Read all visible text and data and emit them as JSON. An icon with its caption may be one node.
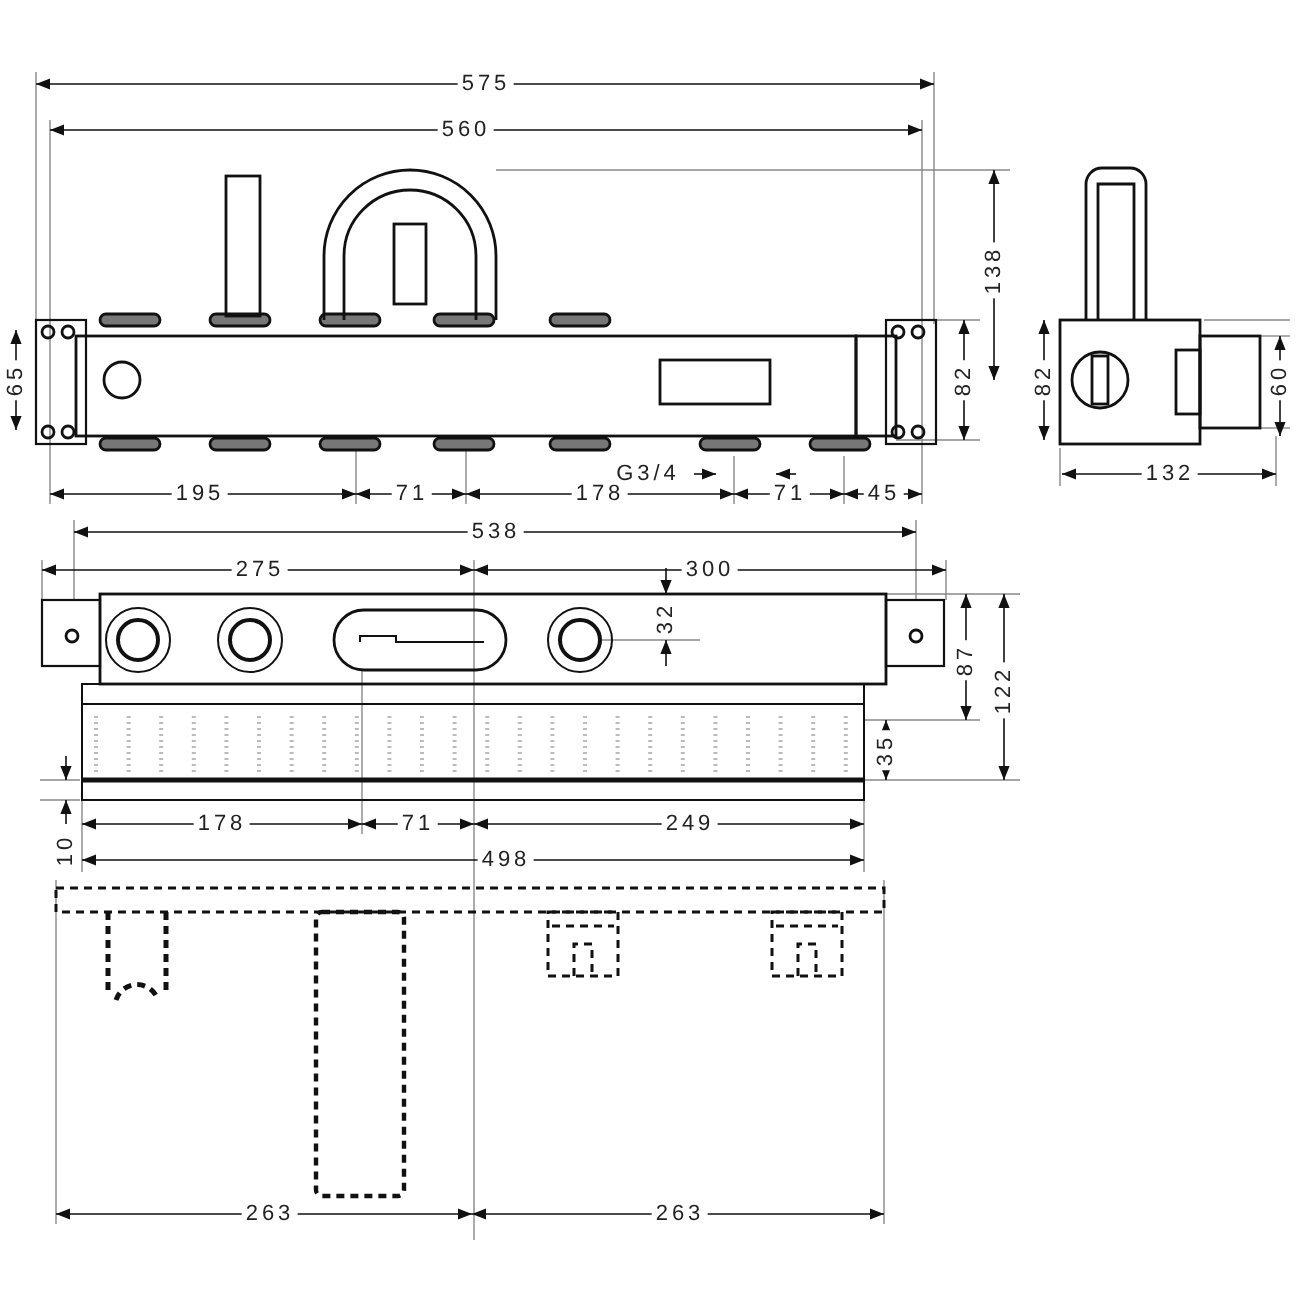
{
  "diagram": {
    "labels": [
      "575",
      "560",
      "138",
      "65",
      "82",
      "82",
      "60",
      "G3/4",
      "195",
      "71",
      "178",
      "71",
      "45",
      "132",
      "538",
      "275",
      "300",
      "32",
      "87",
      "122",
      "35",
      "178",
      "71",
      "249",
      "10",
      "498",
      "263",
      "263"
    ]
  }
}
